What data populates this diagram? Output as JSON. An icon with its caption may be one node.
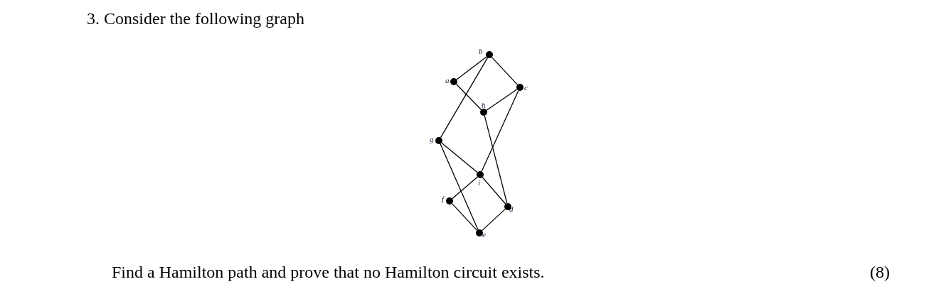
{
  "diagram": {
    "title": "3. Consider the following graph",
    "nodes": [
      {
        "text": [
          "a"
        ]
      },
      {
        "text": [
          "b"
        ]
      },
      {
        "text": [
          "c"
        ]
      },
      {
        "text": [
          "h"
        ]
      },
      {
        "text": [
          "g"
        ]
      },
      {
        "text": [
          "i"
        ]
      },
      {
        "text": [
          "f"
        ]
      },
      {
        "text": [
          "d"
        ]
      },
      {
        "text": [
          "e"
        ]
      }
    ],
    "edges": [
      {
        "from": 0,
        "to": 1,
        "arrow": "none"
      },
      {
        "from": 1,
        "to": 2,
        "arrow": "none"
      },
      {
        "from": 0,
        "to": 3,
        "arrow": "none"
      },
      {
        "from": 3,
        "to": 2,
        "arrow": "none"
      },
      {
        "from": 1,
        "to": 4,
        "arrow": "none"
      },
      {
        "from": 2,
        "to": 5,
        "arrow": "none"
      },
      {
        "from": 3,
        "to": 7,
        "arrow": "none"
      },
      {
        "from": 4,
        "to": 5,
        "arrow": "none"
      },
      {
        "from": 4,
        "to": 8,
        "arrow": "none"
      },
      {
        "from": 5,
        "to": 6,
        "arrow": "none"
      },
      {
        "from": 5,
        "to": 7,
        "arrow": "none"
      },
      {
        "from": 6,
        "to": 8,
        "arrow": "none"
      },
      {
        "from": 8,
        "to": 7,
        "arrow": "none"
      }
    ],
    "labels": [
      "Find a Hamilton path and prove that no Hamilton circuit exists.",
      "(8)"
    ]
  }
}
